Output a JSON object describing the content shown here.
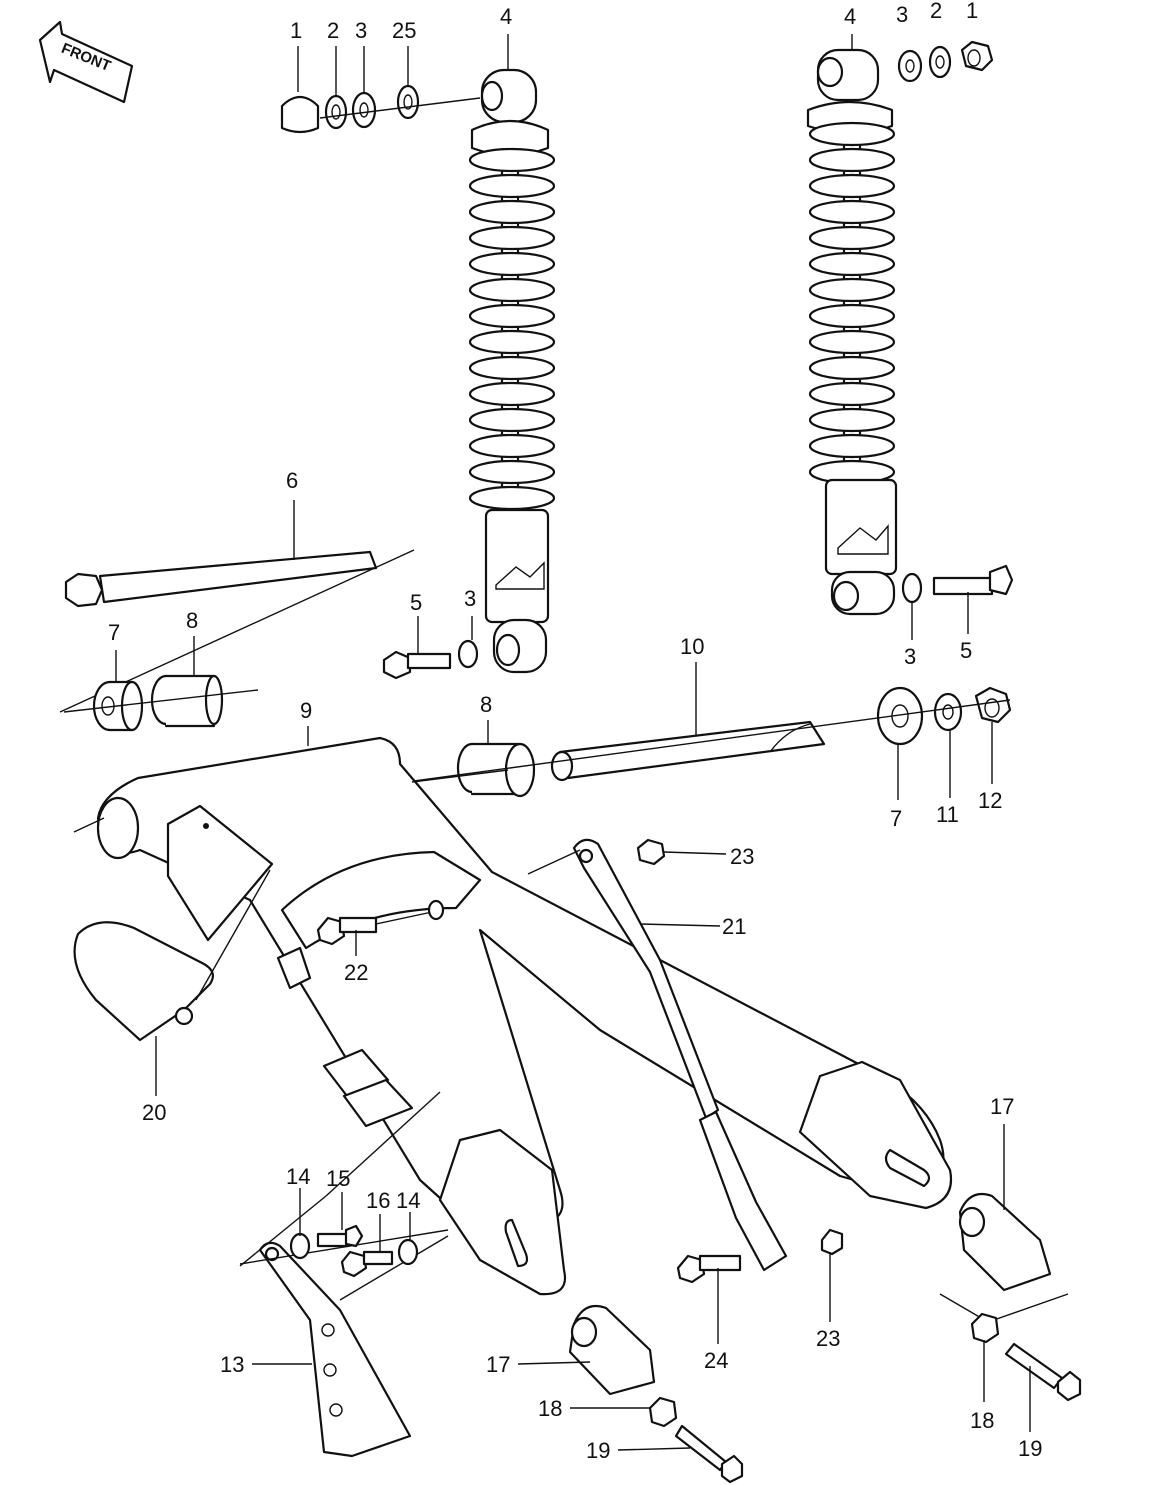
{
  "front_arrow": {
    "label": "FRONT"
  },
  "callouts": [
    {
      "key": "c1a",
      "text": "1"
    },
    {
      "key": "c2a",
      "text": "2"
    },
    {
      "key": "c3a",
      "text": "3"
    },
    {
      "key": "c25",
      "text": "25"
    },
    {
      "key": "c4a",
      "text": "4"
    },
    {
      "key": "c4b",
      "text": "4"
    },
    {
      "key": "c3b",
      "text": "3"
    },
    {
      "key": "c2b",
      "text": "2"
    },
    {
      "key": "c1b",
      "text": "1"
    },
    {
      "key": "c6",
      "text": "6"
    },
    {
      "key": "c5a",
      "text": "5"
    },
    {
      "key": "c3c",
      "text": "3"
    },
    {
      "key": "c3d",
      "text": "3"
    },
    {
      "key": "c5b",
      "text": "5"
    },
    {
      "key": "c7a",
      "text": "7"
    },
    {
      "key": "c8a",
      "text": "8"
    },
    {
      "key": "c10",
      "text": "10"
    },
    {
      "key": "c9",
      "text": "9"
    },
    {
      "key": "c8b",
      "text": "8"
    },
    {
      "key": "c7b",
      "text": "7"
    },
    {
      "key": "c11",
      "text": "11"
    },
    {
      "key": "c12",
      "text": "12"
    },
    {
      "key": "c23a",
      "text": "23"
    },
    {
      "key": "c21",
      "text": "21"
    },
    {
      "key": "c22",
      "text": "22"
    },
    {
      "key": "c20",
      "text": "20"
    },
    {
      "key": "c17a",
      "text": "17"
    },
    {
      "key": "c14a",
      "text": "14"
    },
    {
      "key": "c15",
      "text": "15"
    },
    {
      "key": "c16",
      "text": "16"
    },
    {
      "key": "c14b",
      "text": "14"
    },
    {
      "key": "c13",
      "text": "13"
    },
    {
      "key": "c24",
      "text": "24"
    },
    {
      "key": "c23b",
      "text": "23"
    },
    {
      "key": "c17b",
      "text": "17"
    },
    {
      "key": "c18a",
      "text": "18"
    },
    {
      "key": "c19a",
      "text": "19"
    },
    {
      "key": "c18b",
      "text": "18"
    },
    {
      "key": "c19b",
      "text": "19"
    }
  ]
}
